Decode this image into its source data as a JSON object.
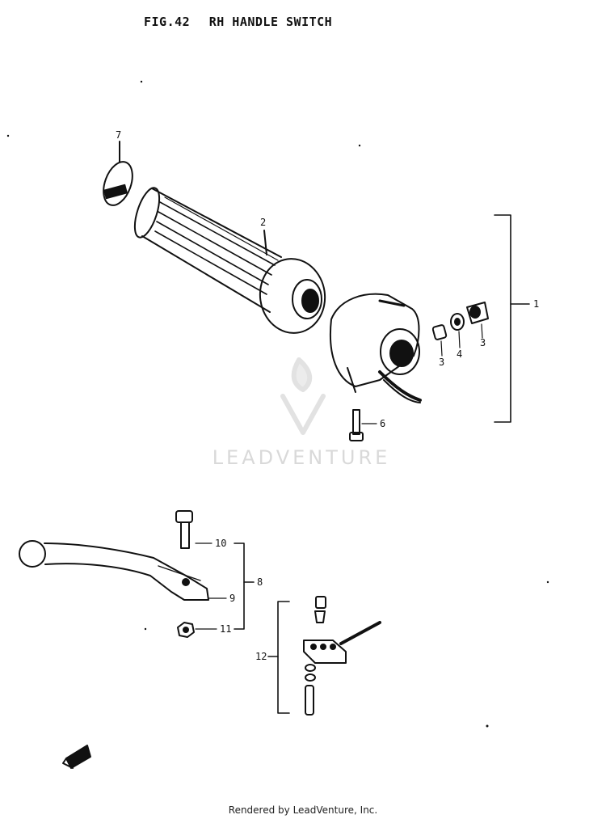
{
  "title": {
    "fig": "FIG.42",
    "name": "RH HANDLE SWITCH"
  },
  "callouts": {
    "c1": "1",
    "c2": "2",
    "c3a": "3",
    "c3b": "3",
    "c4": "4",
    "c6": "6",
    "c7": "7",
    "c8": "8",
    "c9": "9",
    "c10": "10",
    "c11": "11",
    "c12": "12"
  },
  "watermark": "LEADVENTURE",
  "footer": "Rendered by LeadVenture, Inc."
}
